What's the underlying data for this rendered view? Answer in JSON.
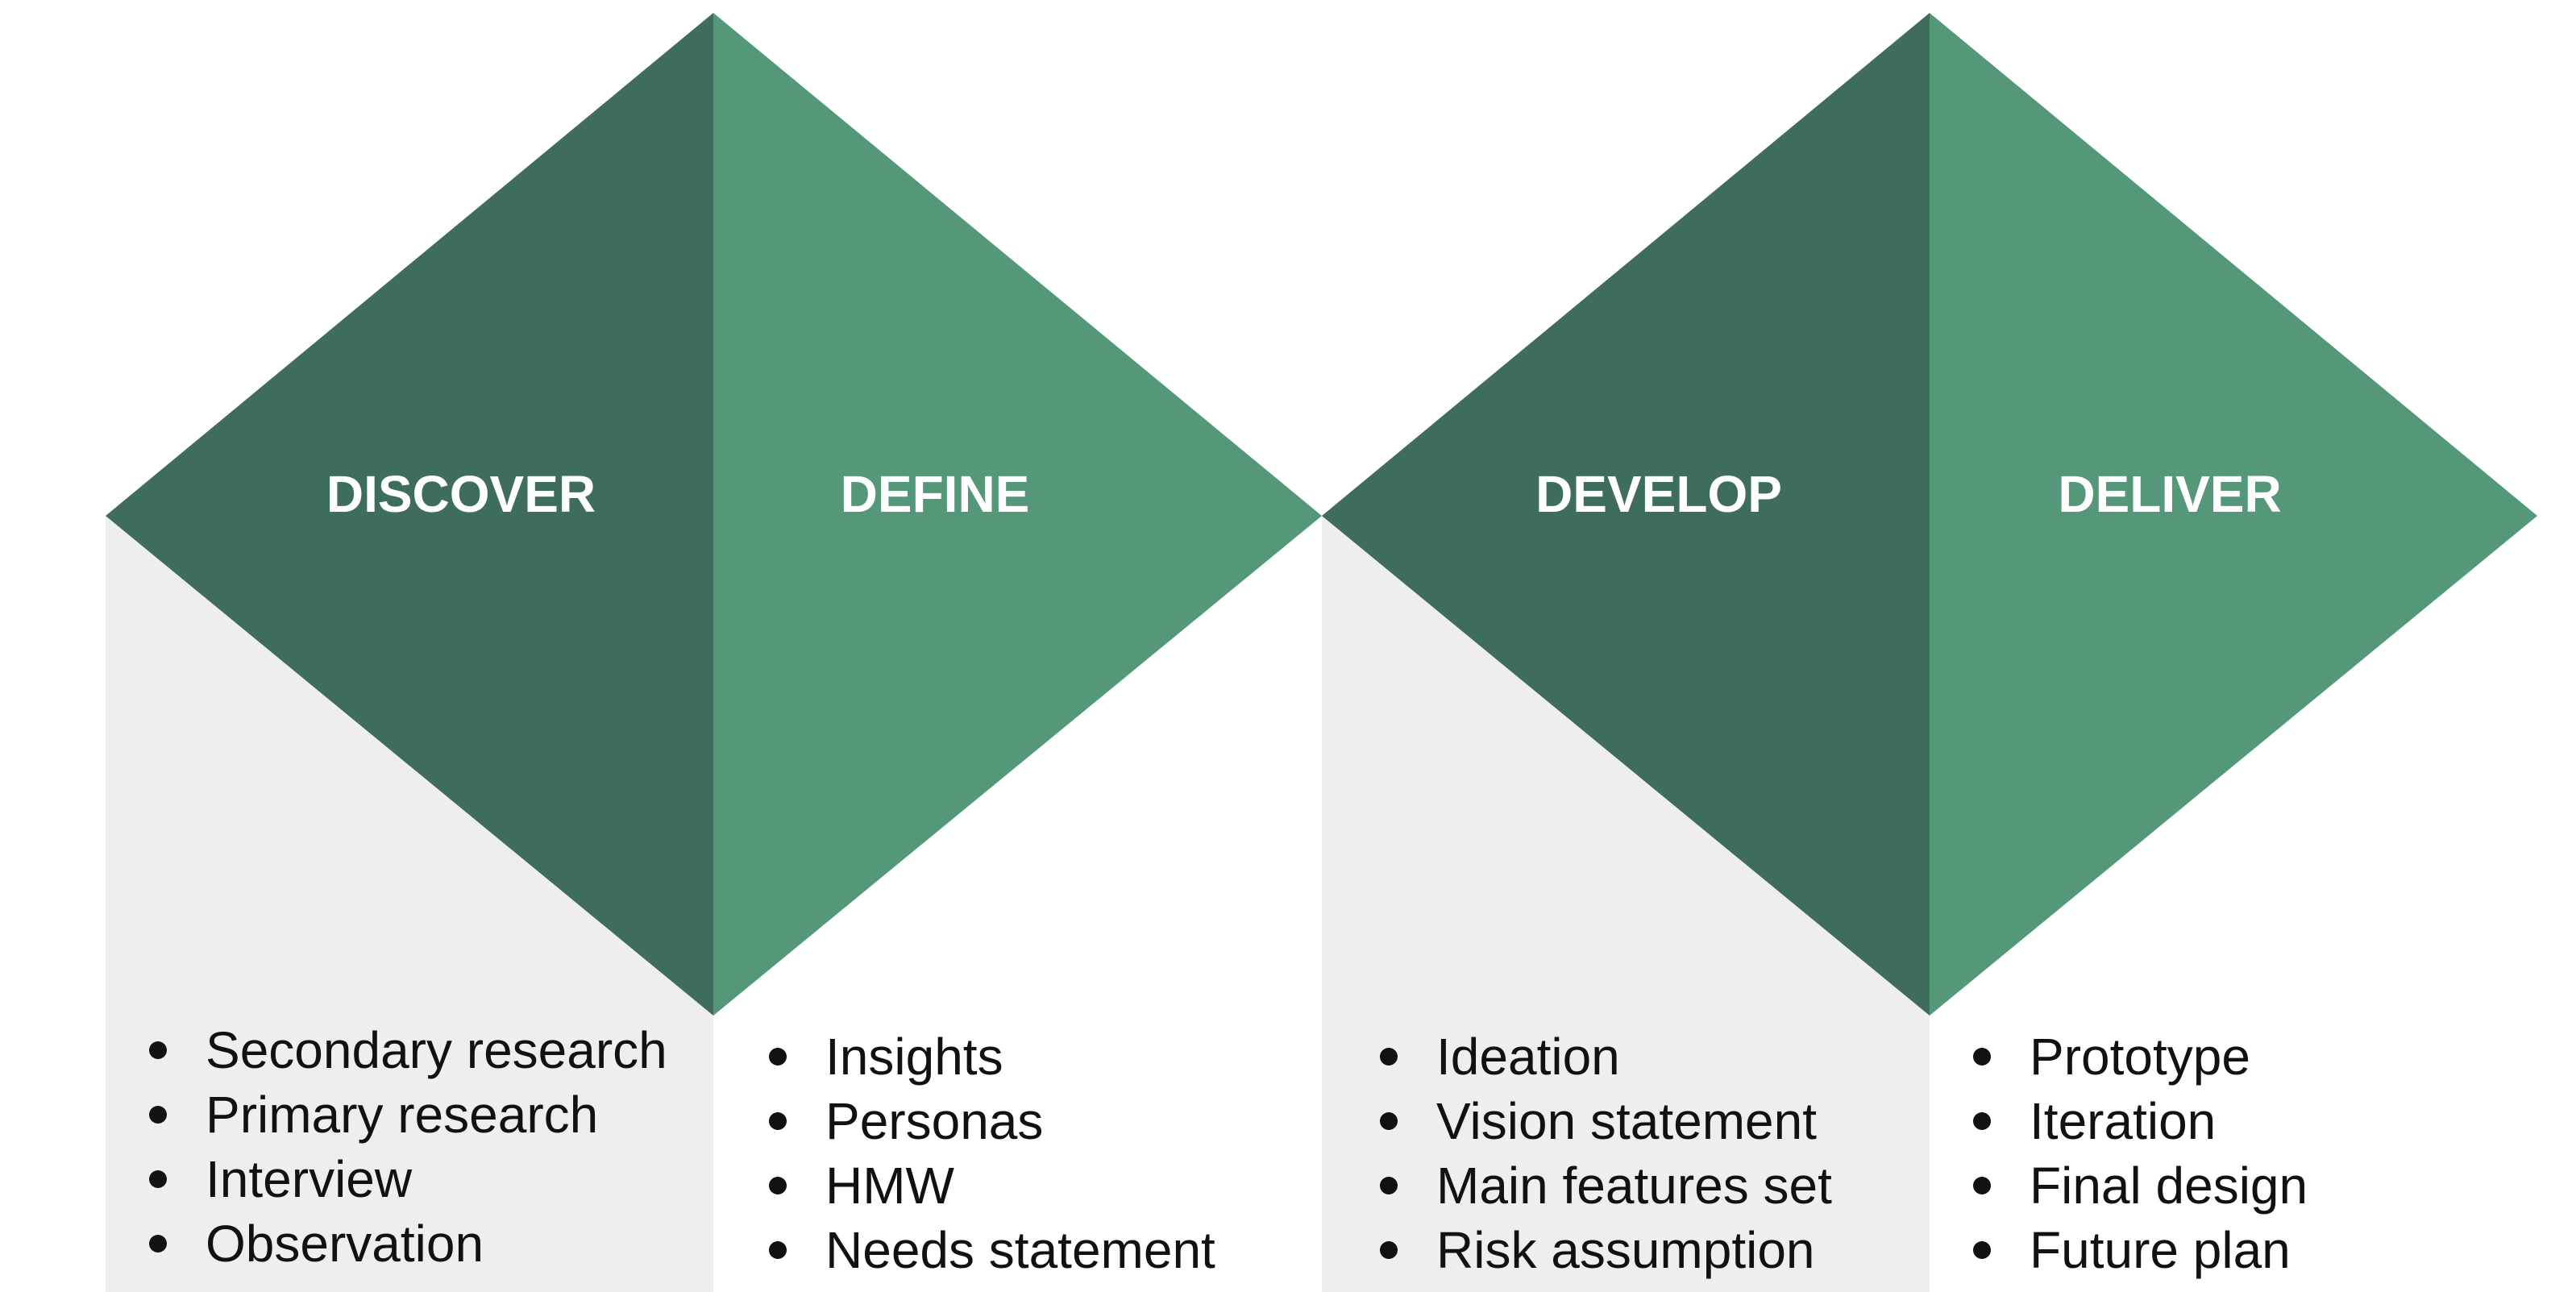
{
  "colors": {
    "dark_green": "#3e6d5d",
    "light_green": "#559779",
    "panel_gray": "#eeeeee",
    "label_white": "#ffffff",
    "text": "#111111"
  },
  "phases": [
    {
      "id": "discover",
      "label": "DISCOVER",
      "items": [
        "Secondary research",
        "Primary research",
        "Interview",
        "Observation"
      ]
    },
    {
      "id": "define",
      "label": "DEFINE",
      "items": [
        "Insights",
        "Personas",
        "HMW",
        "Needs statement"
      ]
    },
    {
      "id": "develop",
      "label": "DEVELOP",
      "items": [
        "Ideation",
        "Vision statement",
        "Main features set",
        "Risk assumption"
      ]
    },
    {
      "id": "deliver",
      "label": "DELIVER",
      "items": [
        "Prototype",
        "Iteration",
        "Final design",
        "Future plan"
      ]
    }
  ]
}
